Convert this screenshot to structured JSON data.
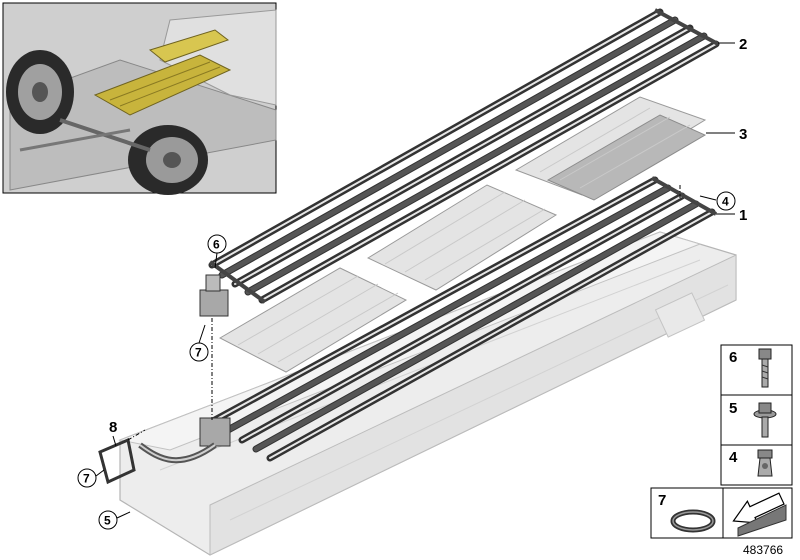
{
  "diagram_id": "483766",
  "callouts": {
    "c1": "1",
    "c2": "2",
    "c3": "3",
    "c4": "4",
    "c5": "5",
    "c6": "6",
    "c7a": "7",
    "c7b": "7",
    "c8": "8"
  },
  "legend": {
    "item6": "6",
    "item5": "5",
    "item4": "4",
    "item7": "7"
  }
}
